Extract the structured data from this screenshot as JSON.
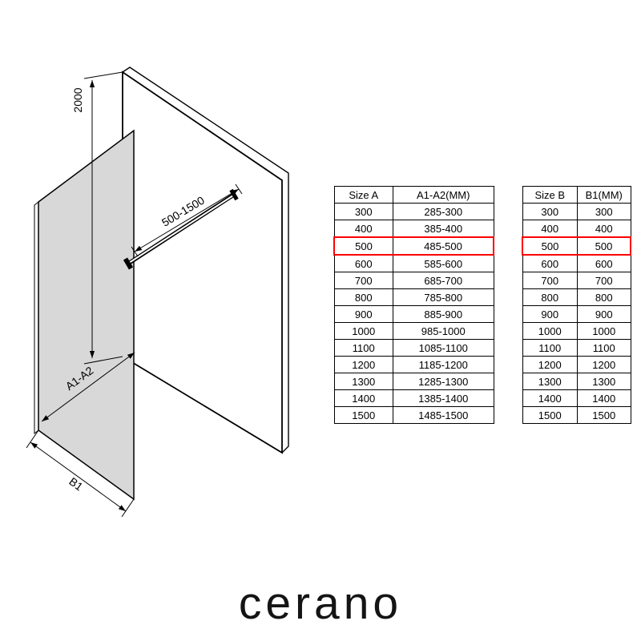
{
  "diagram": {
    "height_label": "2000",
    "bar_label": "500-1500",
    "width_label": "A1-A2",
    "depth_label": "B1",
    "glass_color": "#d8d8d8",
    "line_color": "#000000"
  },
  "table_a": {
    "headers": [
      "Size A",
      "A1-A2(MM)"
    ],
    "rows": [
      [
        "300",
        "285-300"
      ],
      [
        "400",
        "385-400"
      ],
      [
        "500",
        "485-500"
      ],
      [
        "600",
        "585-600"
      ],
      [
        "700",
        "685-700"
      ],
      [
        "800",
        "785-800"
      ],
      [
        "900",
        "885-900"
      ],
      [
        "1000",
        "985-1000"
      ],
      [
        "1100",
        "1085-1100"
      ],
      [
        "1200",
        "1185-1200"
      ],
      [
        "1300",
        "1285-1300"
      ],
      [
        "1400",
        "1385-1400"
      ],
      [
        "1500",
        "1485-1500"
      ]
    ],
    "highlight_row_index": 2,
    "highlight_color": "#ff0000"
  },
  "table_b": {
    "headers": [
      "Size B",
      "B1(MM)"
    ],
    "rows": [
      [
        "300",
        "300"
      ],
      [
        "400",
        "400"
      ],
      [
        "500",
        "500"
      ],
      [
        "600",
        "600"
      ],
      [
        "700",
        "700"
      ],
      [
        "800",
        "800"
      ],
      [
        "900",
        "900"
      ],
      [
        "1000",
        "1000"
      ],
      [
        "1100",
        "1100"
      ],
      [
        "1200",
        "1200"
      ],
      [
        "1300",
        "1300"
      ],
      [
        "1400",
        "1400"
      ],
      [
        "1500",
        "1500"
      ]
    ],
    "highlight_row_index": 2,
    "highlight_color": "#ff0000"
  },
  "brand": "cerano"
}
